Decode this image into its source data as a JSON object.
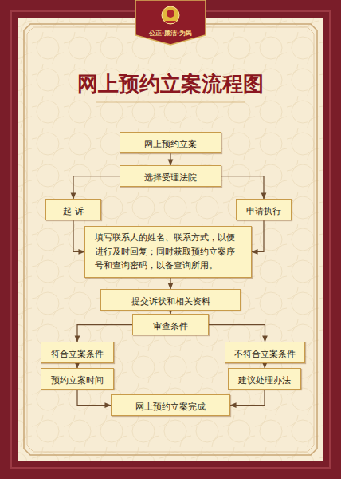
{
  "diagram": {
    "title": "网上预约立案流程图",
    "nodes": [
      {
        "text": [
          "网上预约立案"
        ]
      },
      {
        "text": [
          "选择受理法院"
        ]
      },
      {
        "text": [
          "起 诉"
        ]
      },
      {
        "text": [
          "申请执行"
        ]
      },
      {
        "text": [
          "填写联系人的姓名、联系方式，以便进行及时回复；同时获取预约立案序号和查询密码，以备查询所用。"
        ]
      },
      {
        "text": [
          "提交诉状和相关资料"
        ]
      },
      {
        "text": [
          "审查条件"
        ]
      },
      {
        "text": [
          "符合立案条件"
        ]
      },
      {
        "text": [
          "不符合立案条件"
        ]
      },
      {
        "text": [
          "预约立案时间"
        ]
      },
      {
        "text": [
          "建议处理办法"
        ]
      },
      {
        "text": [
          "网上预约立案完成"
        ]
      }
    ],
    "edges": [
      {
        "from": 0,
        "to": 1,
        "arrow": "to"
      },
      {
        "from": 1,
        "to": 2,
        "arrow": "to"
      },
      {
        "from": 1,
        "to": 3,
        "arrow": "to"
      },
      {
        "from": 2,
        "to": 4,
        "arrow": "to"
      },
      {
        "from": 3,
        "to": 4,
        "arrow": "to"
      },
      {
        "from": 4,
        "to": 5,
        "arrow": "to"
      },
      {
        "from": 5,
        "to": 6,
        "arrow": "to"
      },
      {
        "from": 6,
        "to": 7,
        "arrow": "to"
      },
      {
        "from": 6,
        "to": 8,
        "arrow": "to"
      },
      {
        "from": 7,
        "to": 9,
        "arrow": "to"
      },
      {
        "from": 8,
        "to": 10,
        "arrow": "to"
      },
      {
        "from": 9,
        "to": 11,
        "arrow": "to"
      },
      {
        "from": 10,
        "to": 11,
        "arrow": "to"
      }
    ],
    "labels": [
      "公正·廉洁·为民"
    ]
  }
}
